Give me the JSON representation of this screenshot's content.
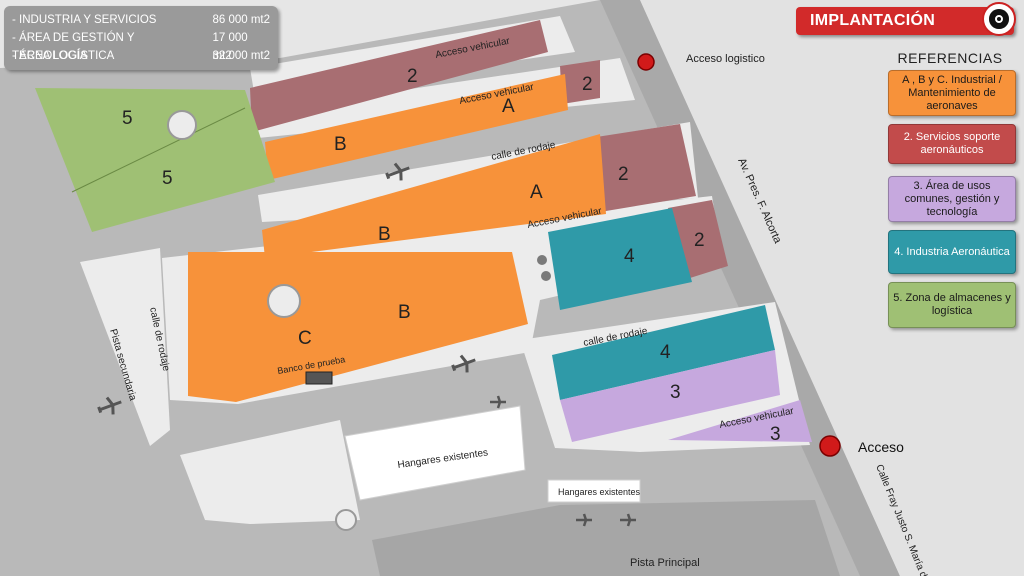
{
  "summary": {
    "rows": [
      {
        "label": "-  INDUSTRIA Y SERVICIOS",
        "value": "86 000 mt2"
      },
      {
        "label": "-  ÁREA DE GESTIÓN Y TECNOLOGÍA",
        "value": "17 000 mt2"
      },
      {
        "label": "-  ÁREA LOGÍSTICA",
        "value": "32 000 mt2"
      }
    ]
  },
  "title": "IMPLANTACIÓN",
  "references": {
    "heading": "REFERENCIAS",
    "items": [
      {
        "text": "A , B y C. Industrial / Mantenimiento de aeronaves",
        "color": "#f7923a",
        "text_color": "#1a1a1a"
      },
      {
        "text": "2. Servicios soporte aeronáuticos",
        "color": "#c24b4b",
        "text_color": "#ffffff"
      },
      {
        "text": "3. Área de usos comunes, gestión y tecnología",
        "color": "#c6a8de",
        "text_color": "#1a1a1a"
      },
      {
        "text": "4. Industria Aeronáutica",
        "color": "#2f9aa8",
        "text_color": "#ffffff"
      },
      {
        "text": "5. Zona de almacenes y logística",
        "color": "#9fc074",
        "text_color": "#1a1a1a"
      }
    ]
  },
  "zones": {
    "n2": "2",
    "a": "A",
    "b": "B",
    "c": "C",
    "n3": "3",
    "n4": "4",
    "n5": "5"
  },
  "labels": {
    "acceso_vehicular": "Acceso vehicular",
    "calle_de_rodaje": "calle de rodaje",
    "acceso_logistico": "Acceso logistico",
    "acceso": "Acceso",
    "av_pres": "Av. Pres. F. Alcorta",
    "calle_fray": "Calle Fray Justo S. María de Oro",
    "pista_secundaria": "Pista secundaria",
    "pista_principal": "Pista Principal",
    "hangares_existentes": "Hangares existentes",
    "banco_de_prueba": "Banco de prueba"
  },
  "colors": {
    "industrial": "#f7923a",
    "servicios": "#a86e72",
    "usos_comunes": "#c6a8de",
    "aeronautica": "#2f9aa8",
    "almacenes": "#9fc074",
    "road": "#b9b9b9",
    "block": "#ececec",
    "marker": "#d11a1a"
  },
  "icons": {
    "plane": "airplane-icon",
    "marker": "red-location-marker-icon",
    "target": "target-icon"
  }
}
